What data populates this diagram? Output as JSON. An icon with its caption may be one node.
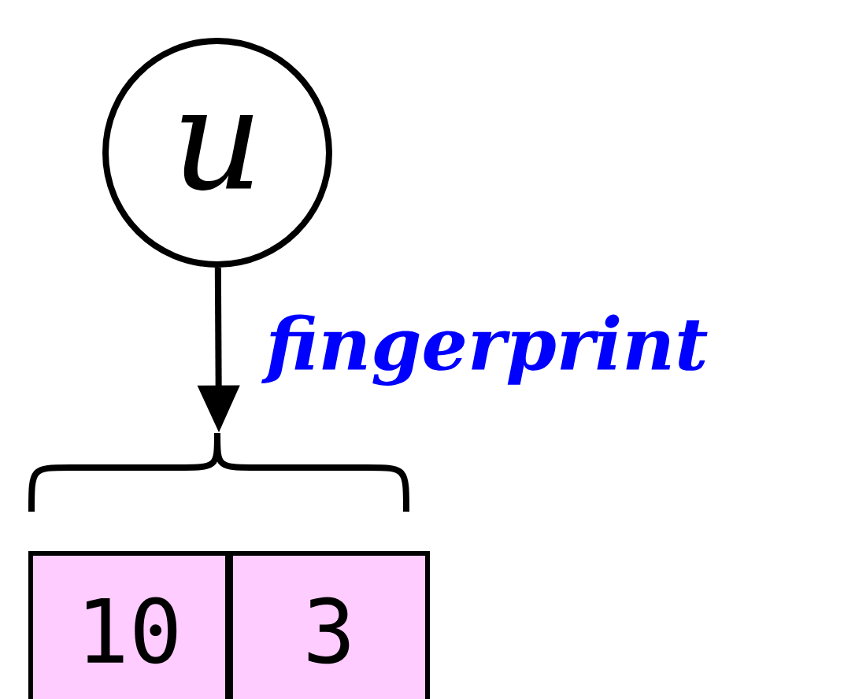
{
  "diagram": {
    "nodes": [
      {
        "text": [
          "u"
        ]
      },
      {
        "text": [],
        "shape": "brace"
      },
      {
        "text": [
          "10"
        ]
      },
      {
        "text": [
          "3"
        ]
      }
    ],
    "edges": [
      {
        "from": 0,
        "to": 1,
        "arrow": "to",
        "label": "fingerprint"
      }
    ]
  }
}
